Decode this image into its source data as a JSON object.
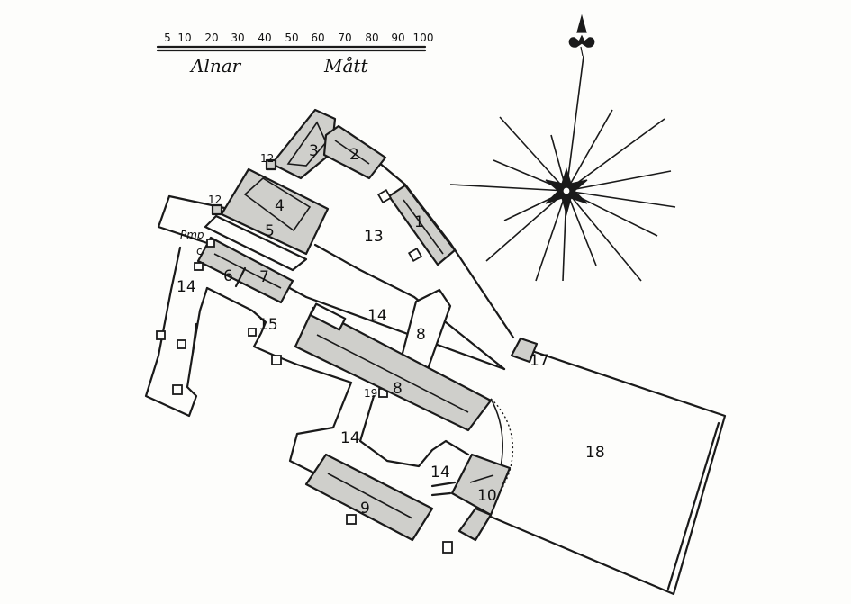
{
  "scale_bar": {
    "ticks": [
      "5",
      "10",
      "20",
      "30",
      "40",
      "50",
      "60",
      "70",
      "80",
      "90",
      "100"
    ],
    "unit_left": "Alnar",
    "unit_right": "Mått"
  },
  "labels": {
    "b1": "1",
    "b2": "2",
    "b3": "3",
    "b4": "4",
    "b5": "5",
    "b6": "6",
    "b7": "7",
    "b8a": "8",
    "b8b": "8",
    "b9": "9",
    "b10": "10",
    "b12a": "12",
    "b12b": "12",
    "b13": "13",
    "b14a": "14",
    "b14b": "14",
    "b14c": "14",
    "b14d": "14",
    "b15": "15",
    "b17": "17",
    "b18": "18",
    "b19": "19",
    "pump": "Pmp",
    "c": "c"
  },
  "compass": {
    "icon": "compass-rose-icon",
    "north_mark": "fleur-de-lis-icon"
  }
}
